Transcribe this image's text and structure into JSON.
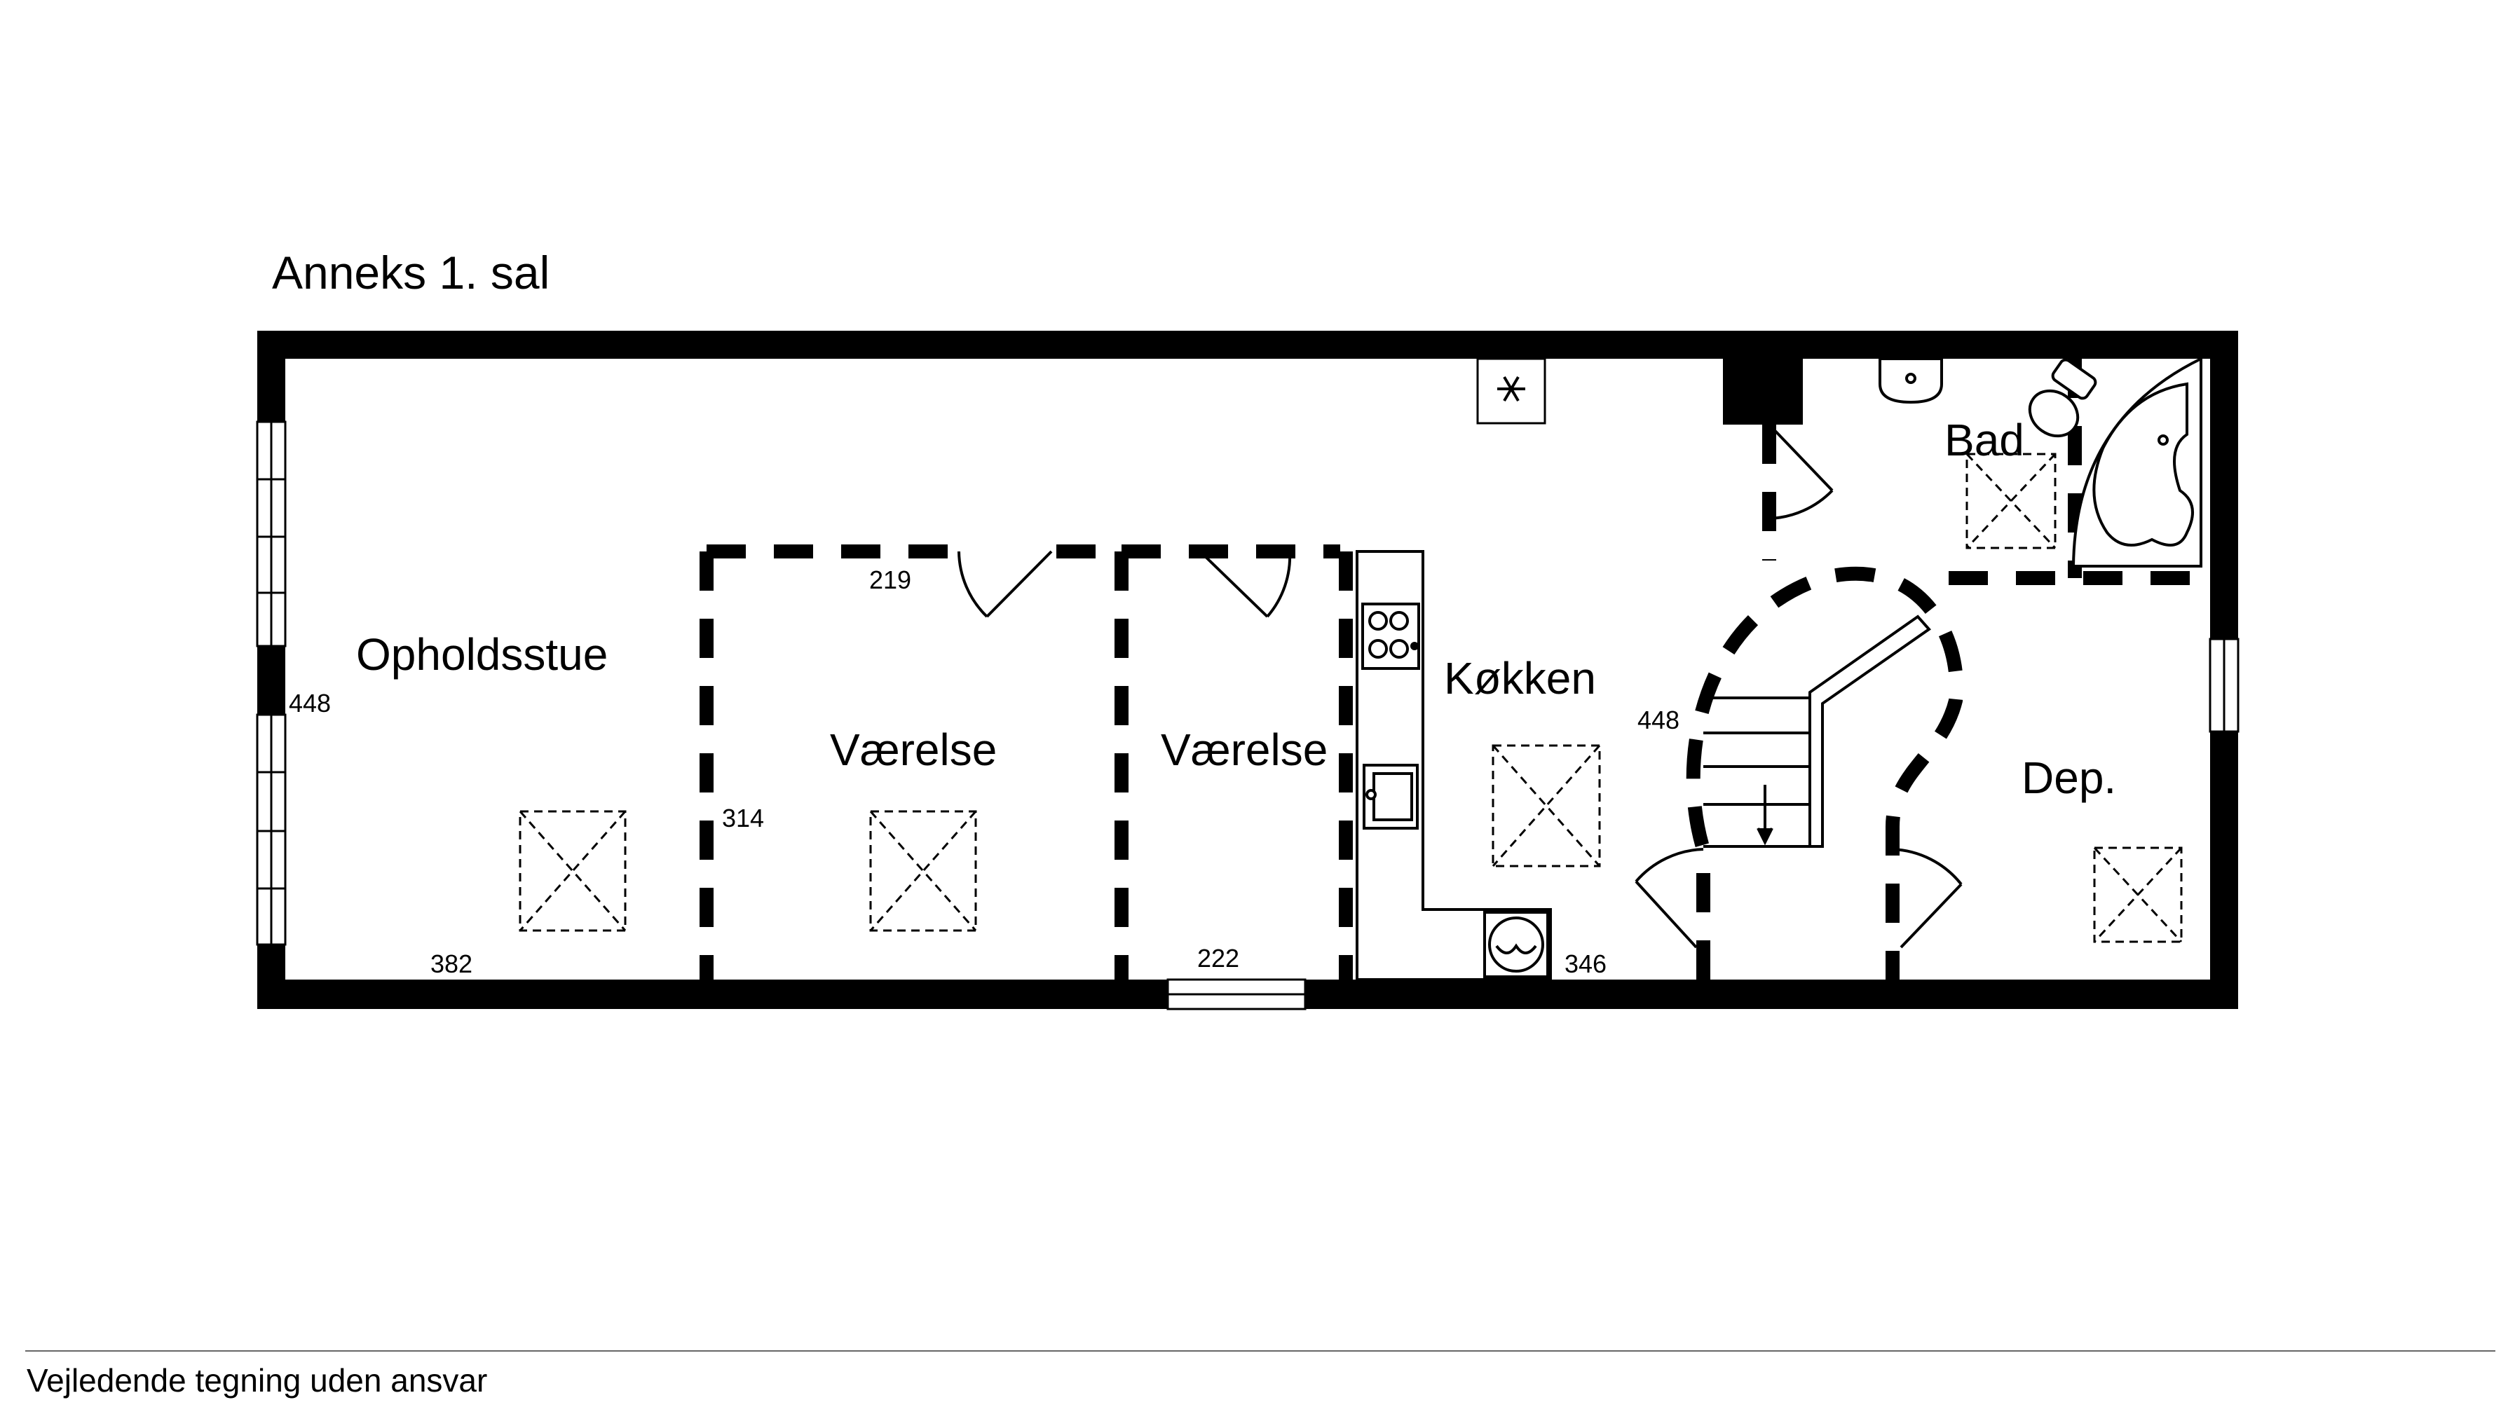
{
  "title": "Anneks  1. sal",
  "rooms": {
    "living": "Opholdsstue",
    "room1": "Værelse",
    "room2": "Værelse",
    "kitchen": "Køkken",
    "bath": "Bad",
    "storage": "Dep."
  },
  "dimensions": {
    "living_height": "448",
    "living_width": "382",
    "room1_width": "219",
    "room1_height": "314",
    "room2_width": "222",
    "kitchen_width": "346",
    "kitchen_height": "448"
  },
  "icons": {
    "freezer": "snowflake-icon",
    "skylight": "skylight-cross-icon",
    "stove": "stove-icon",
    "sink": "sink-icon",
    "washer": "washing-machine-icon",
    "toilet": "toilet-icon",
    "bathtub": "bathtub-icon",
    "stairs": "stairs-icon"
  },
  "footer": "Vejledende tegning uden ansvar",
  "colors": {
    "wall": "#000000",
    "background": "#ffffff"
  }
}
